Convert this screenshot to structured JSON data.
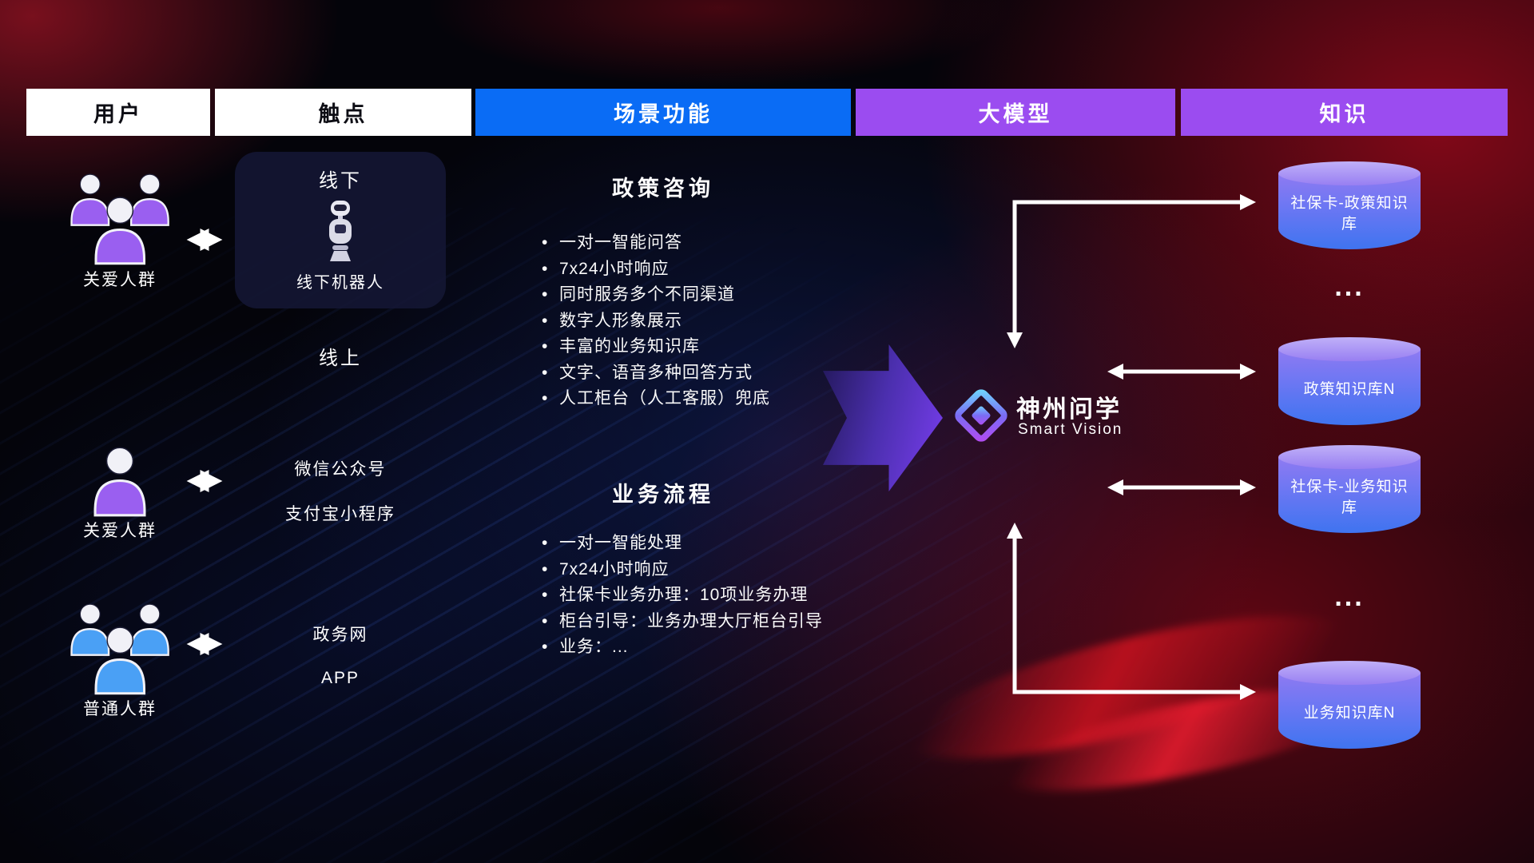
{
  "header": {
    "columns": [
      {
        "label": "用户"
      },
      {
        "label": "触点"
      },
      {
        "label": "场景功能"
      },
      {
        "label": "大模型"
      },
      {
        "label": "知识"
      }
    ]
  },
  "users": {
    "group1_label": "关爱人群",
    "group2_label": "关爱人群",
    "group3_label": "普通人群"
  },
  "touchpoints": {
    "offline_title": "线下",
    "offline_robot_label": "线下机器人",
    "online_title": "线上",
    "items": [
      "微信公众号",
      "支付宝小程序",
      "政务网",
      "APP"
    ]
  },
  "scenarios": {
    "policy_title": "政策咨询",
    "policy_items": [
      "一对一智能问答",
      "7x24小时响应",
      "同时服务多个不同渠道",
      "数字人形象展示",
      "丰富的业务知识库",
      "文字、语音多种回答方式",
      "人工柜台（人工客服）兜底"
    ],
    "business_title": "业务流程",
    "business_items": [
      "一对一智能处理",
      "7x24小时响应",
      "社保卡业务办理：10项业务办理",
      "柜台引导：业务办理大厅柜台引导",
      "业务：..."
    ]
  },
  "model": {
    "name": "神州问学",
    "subtitle": "Smart Vision"
  },
  "knowledge": {
    "db1": "社保卡-政策知识库",
    "ellipsis1": "...",
    "db2": "政策知识库N",
    "db3": "社保卡-业务知识库",
    "ellipsis2": "...",
    "db4": "业务知识库N"
  },
  "icons": {
    "users_group": "people-group-icon",
    "single_user": "person-icon",
    "robot": "robot-icon",
    "logo": "diamond-logo-icon",
    "database": "cylinder-database-icon",
    "connector": "double-arrow-icon"
  },
  "colors": {
    "header_blue": "#0a6cf5",
    "header_purple": "#9b4cf0",
    "person_purple": "#9a5ff0",
    "person_blue": "#4aa0f5",
    "cyl_top": "#c0b0f8",
    "cyl_mid": "#8f7af2",
    "cyl_bottom": "#3f74f0",
    "big_arrow_purple": "#7a3ef0",
    "arrow_white": "#ffffff"
  }
}
